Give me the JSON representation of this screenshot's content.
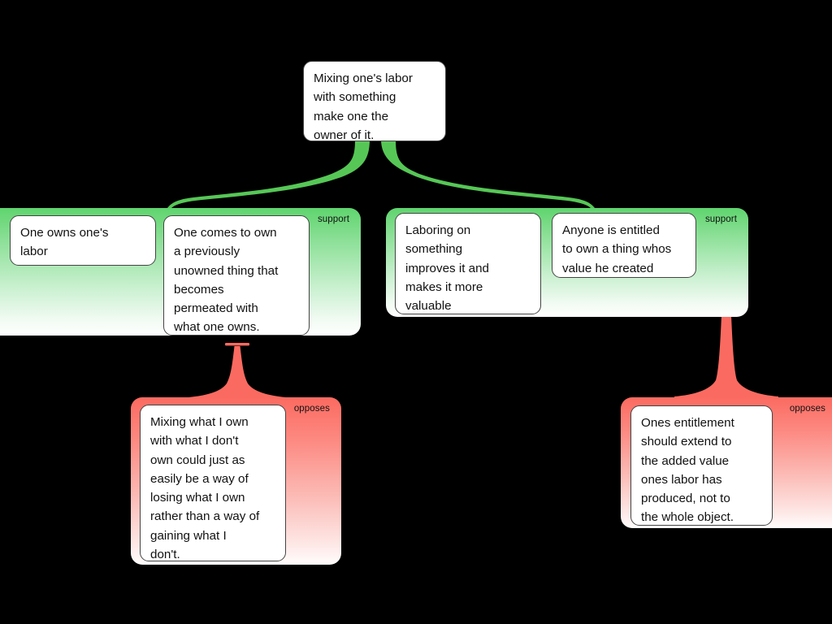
{
  "diagram": {
    "type": "argument-map",
    "background_color": "#000000",
    "support_color": "#5fd46e",
    "oppose_color": "#fb6a60",
    "card_background": "#ffffff",
    "text_color": "#111111"
  },
  "root": {
    "text": "Mixing one's labor\nwith something\nmake one the\nowner of it."
  },
  "groups": [
    {
      "relation": "support",
      "label": "support",
      "cards": [
        {
          "text": "One owns one's\nlabor"
        },
        {
          "text": "One comes to own\na previously\nunowned thing that\nbecomes\npermeated with\nwhat one owns."
        }
      ]
    },
    {
      "relation": "support",
      "label": "support",
      "cards": [
        {
          "text": "Laboring on\nsomething\nimproves it and\nmakes it more\nvaluable"
        },
        {
          "text": "Anyone is entitled\nto own a thing whos\nvalue he created"
        }
      ]
    },
    {
      "relation": "opposes",
      "label": "opposes",
      "cards": [
        {
          "text": "Mixing what I own\nwith what I don't\nown could just as\neasily be a way of\nlosing what I own\nrather than a way of\ngaining what I\ndon't."
        }
      ]
    },
    {
      "relation": "opposes",
      "label": "opposes",
      "cards": [
        {
          "text": "Ones entitlement\nshould extend to\nthe added value\nones labor has\nproduced, not to\nthe whole object."
        }
      ]
    }
  ]
}
